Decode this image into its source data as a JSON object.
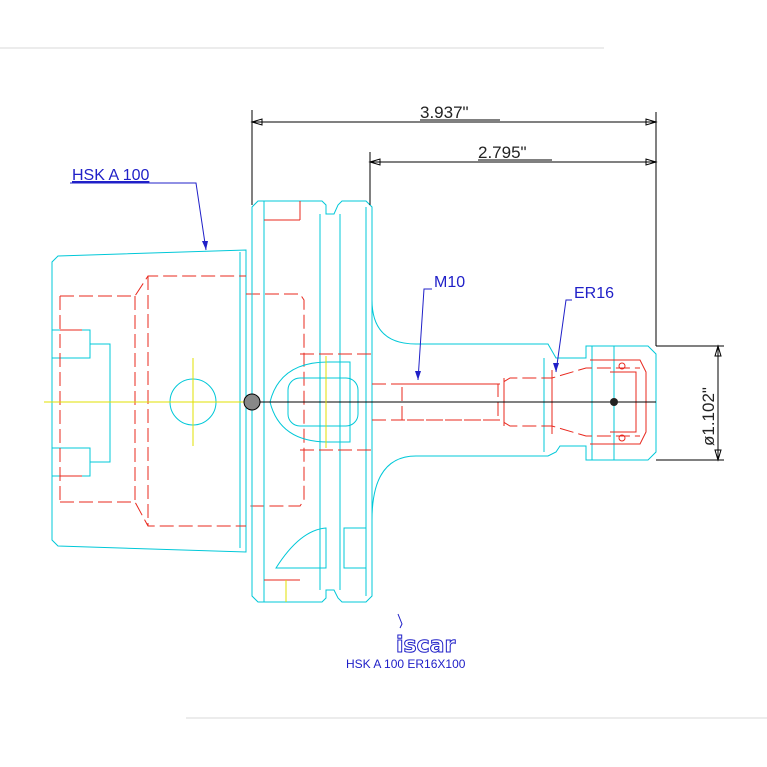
{
  "dimensions": {
    "overall_length": "3.937\"",
    "shank_length": "2.795\"",
    "diameter": "ø1.102\""
  },
  "labels": {
    "spindle": "HSK A 100",
    "thread": "M10",
    "collet": "ER16"
  },
  "brand": {
    "logo_text": "iscar",
    "part_number": "HSK A 100 ER16X100"
  },
  "colors": {
    "outline": "#00c8d8",
    "hidden_lines": "#e8281e",
    "dimensions": "#000000",
    "annotations": "#2020c8",
    "centerlines": "#e0e000"
  }
}
